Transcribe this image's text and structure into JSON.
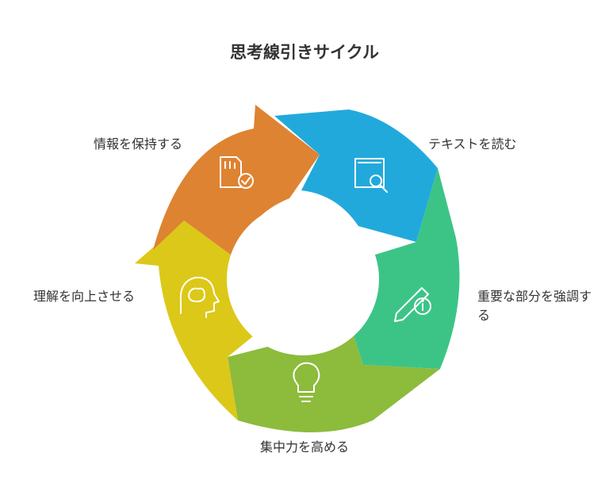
{
  "title": "思考線引きサイクル",
  "steps": [
    {
      "label": "テキストを読む",
      "icon": "book-search-icon",
      "color": "#22a9dc"
    },
    {
      "label": "重要な部分を強調する",
      "icon": "pencil-info-icon",
      "color": "#3cc487"
    },
    {
      "label": "集中力を高める",
      "icon": "lightbulb-icon",
      "color": "#8dbb3c"
    },
    {
      "label": "理解を向上させる",
      "icon": "brain-head-icon",
      "color": "#dcc818"
    },
    {
      "label": "情報を保持する",
      "icon": "memory-card-check-icon",
      "color": "#de8331"
    }
  ]
}
